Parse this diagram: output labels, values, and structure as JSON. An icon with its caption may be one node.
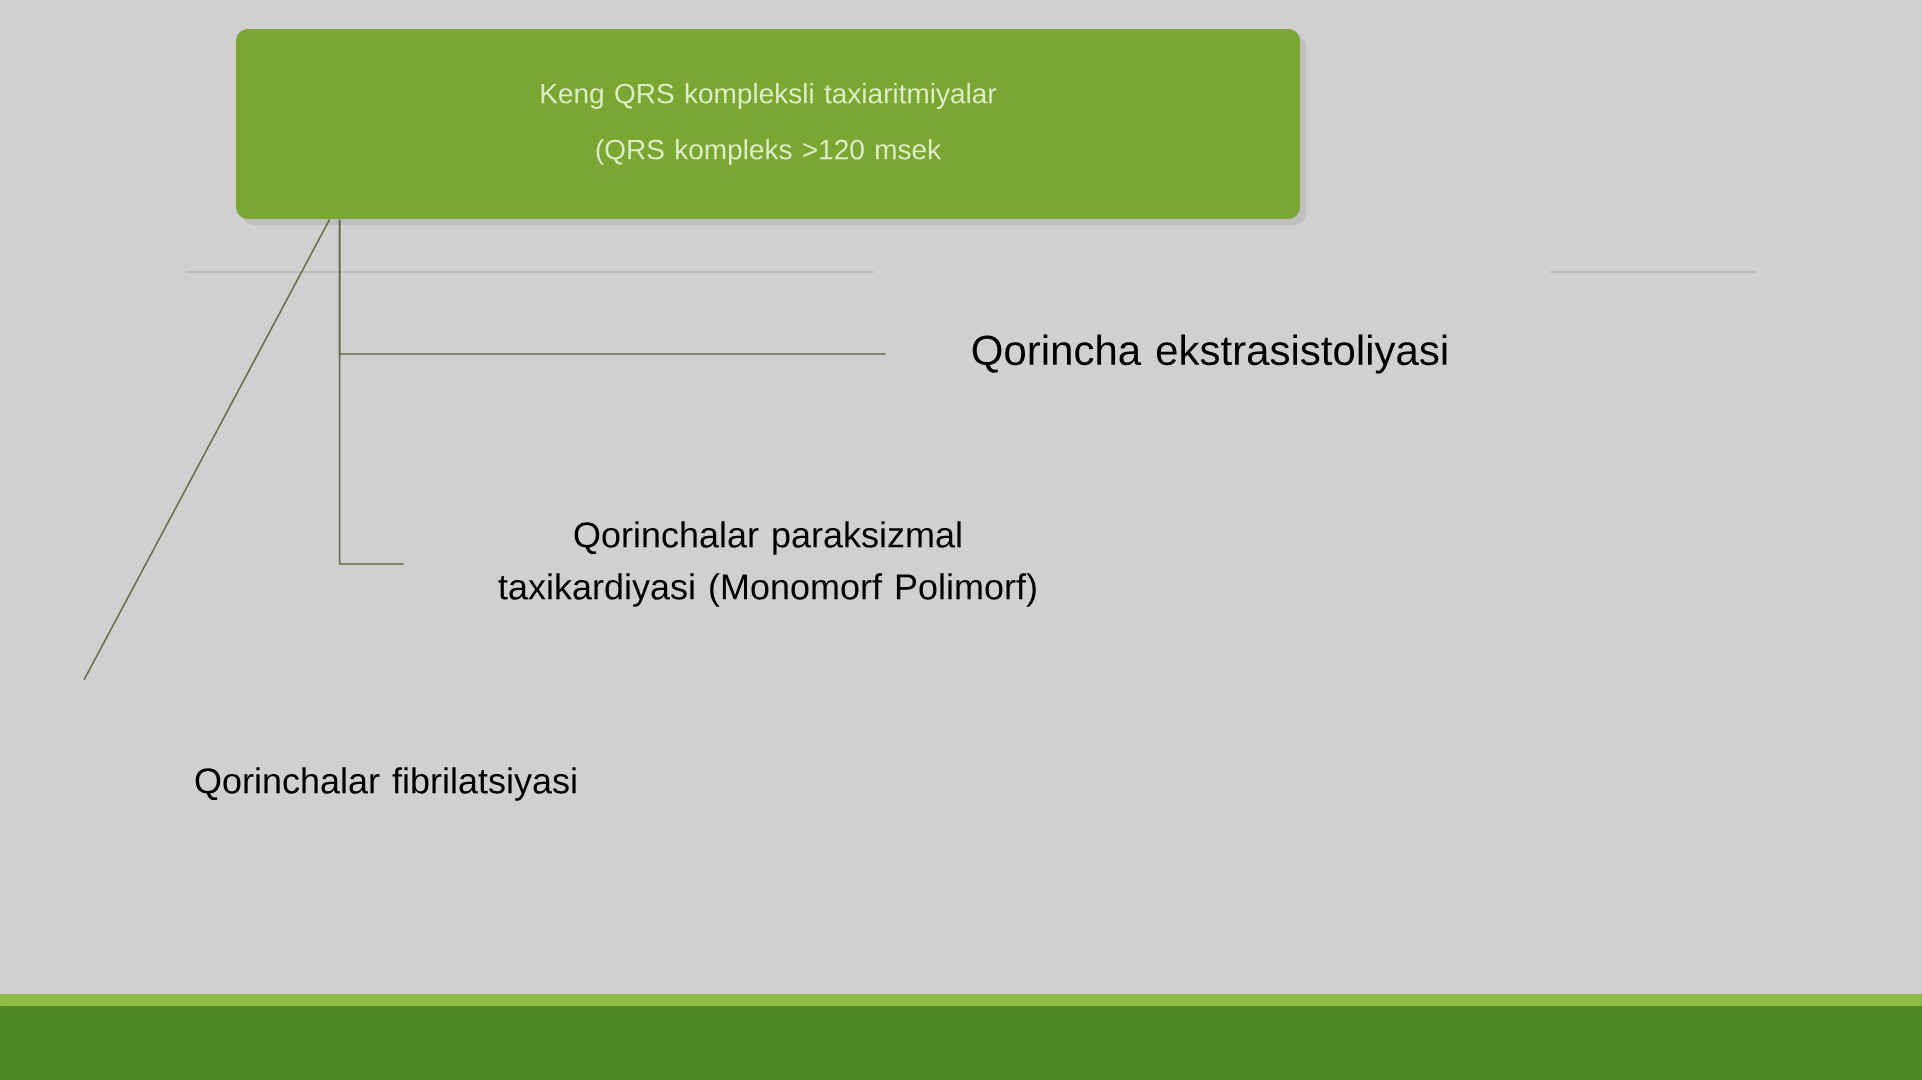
{
  "diagram": {
    "nodes": [
      {
        "text": [
          "Keng QRS kompleksli taxiaritmiyalar (QRS kompleks >120 msek"
        ]
      },
      {
        "text": [
          "Qorincha ekstrasistoliyasi"
        ]
      },
      {
        "text": [
          "Qorinchalar paraksizmal taxikardiyasi (Monomorf Polimorf)"
        ]
      },
      {
        "text": [
          "Qorinchalar fibrilatsiyasi"
        ]
      }
    ],
    "edges": [
      {
        "from": 0,
        "to": 1,
        "arrow": "none"
      },
      {
        "from": 0,
        "to": 2,
        "arrow": "none"
      },
      {
        "from": 0,
        "to": 3,
        "arrow": "none"
      }
    ]
  }
}
